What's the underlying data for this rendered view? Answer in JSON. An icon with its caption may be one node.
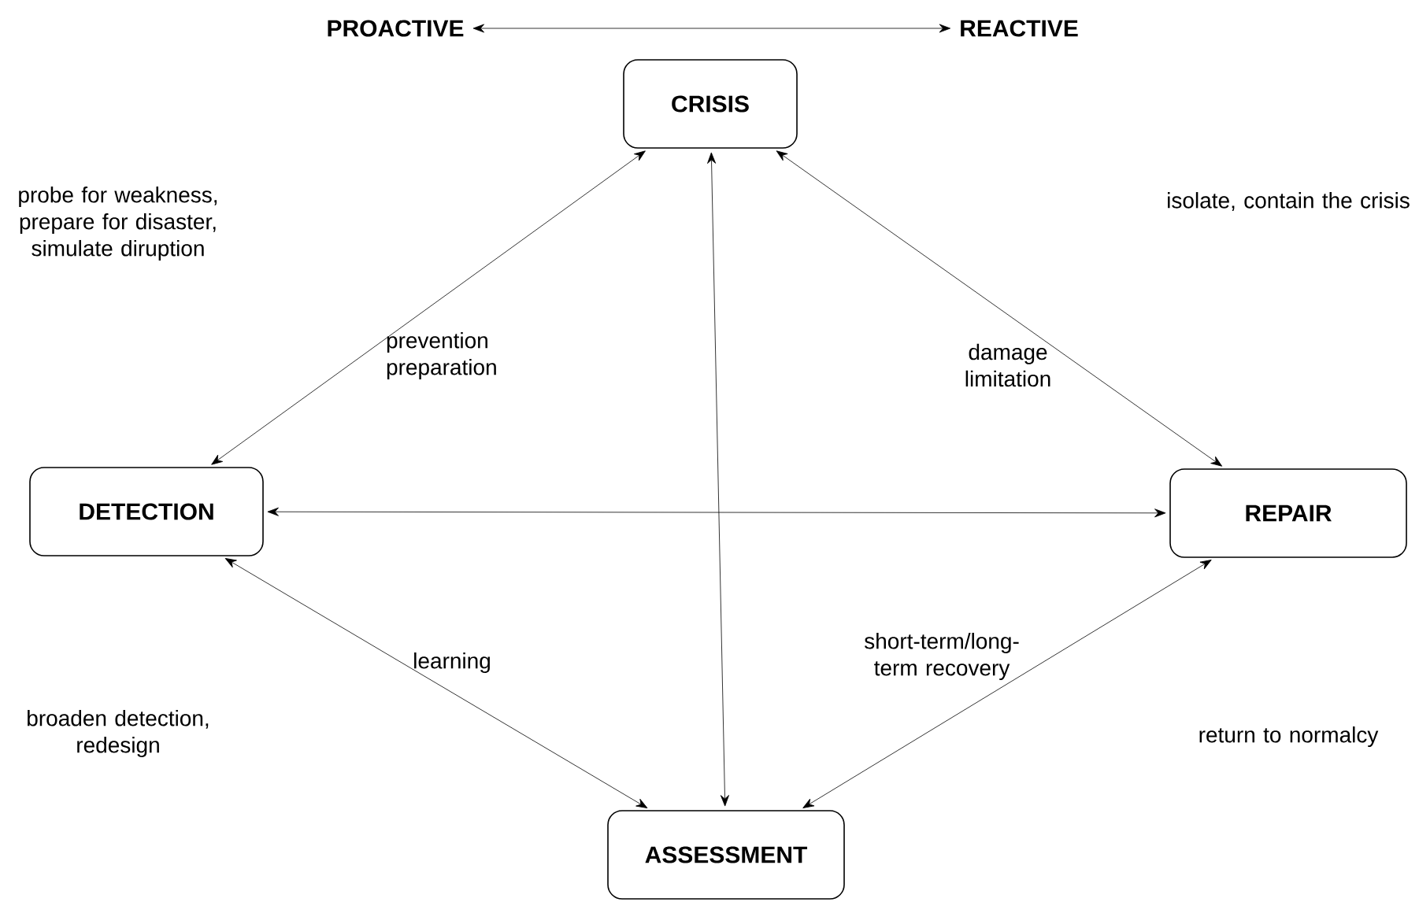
{
  "diagram": {
    "nodes": [
      {
        "text": [
          "PROACTIVE"
        ]
      },
      {
        "text": [
          "REACTIVE"
        ]
      },
      {
        "text": [
          "CRISIS"
        ]
      },
      {
        "text": [
          "DETECTION"
        ]
      },
      {
        "text": [
          "REPAIR"
        ]
      },
      {
        "text": [
          "ASSESSMENT"
        ]
      }
    ],
    "edges": [
      {
        "from": 0,
        "to": 1,
        "arrow": "both"
      },
      {
        "from": 2,
        "to": 3,
        "arrow": "both"
      },
      {
        "from": 2,
        "to": 4,
        "arrow": "both"
      },
      {
        "from": 2,
        "to": 5,
        "arrow": "both"
      },
      {
        "from": 3,
        "to": 4,
        "arrow": "both"
      },
      {
        "from": 3,
        "to": 5,
        "arrow": "both"
      },
      {
        "from": 5,
        "to": 4,
        "arrow": "both"
      }
    ],
    "labels": [
      "probe for weakness, prepare for disaster, simulate diruption",
      "isolate, contain the crisis",
      "prevention preparation",
      "damage limitation",
      "learning",
      "short-term/long-term recovery",
      "broaden detection, redesign",
      "return to normalcy"
    ]
  }
}
